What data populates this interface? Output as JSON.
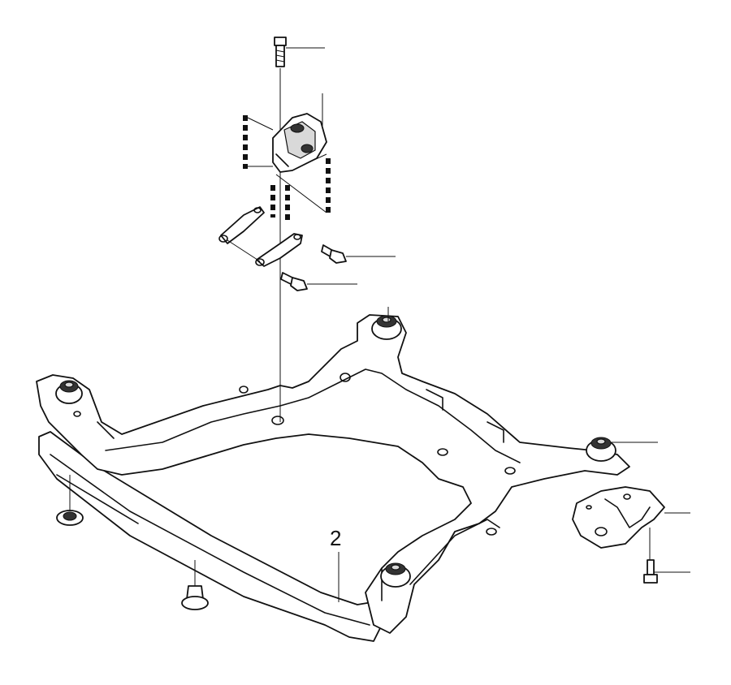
{
  "diagram": {
    "callouts": [
      {
        "id": "subframe",
        "label": "2"
      }
    ],
    "parts": [
      "mount-bolt-top",
      "engine-mount",
      "mount-bracket-left",
      "mount-bracket-right",
      "bracket-bolt-upper",
      "bracket-bolt-lower",
      "subframe",
      "bushing-front-left",
      "bushing-rear-left",
      "bushing-rear-right",
      "bushing-front-right",
      "side-bracket",
      "side-bracket-bolt",
      "washer-left",
      "nut-bottom"
    ]
  }
}
